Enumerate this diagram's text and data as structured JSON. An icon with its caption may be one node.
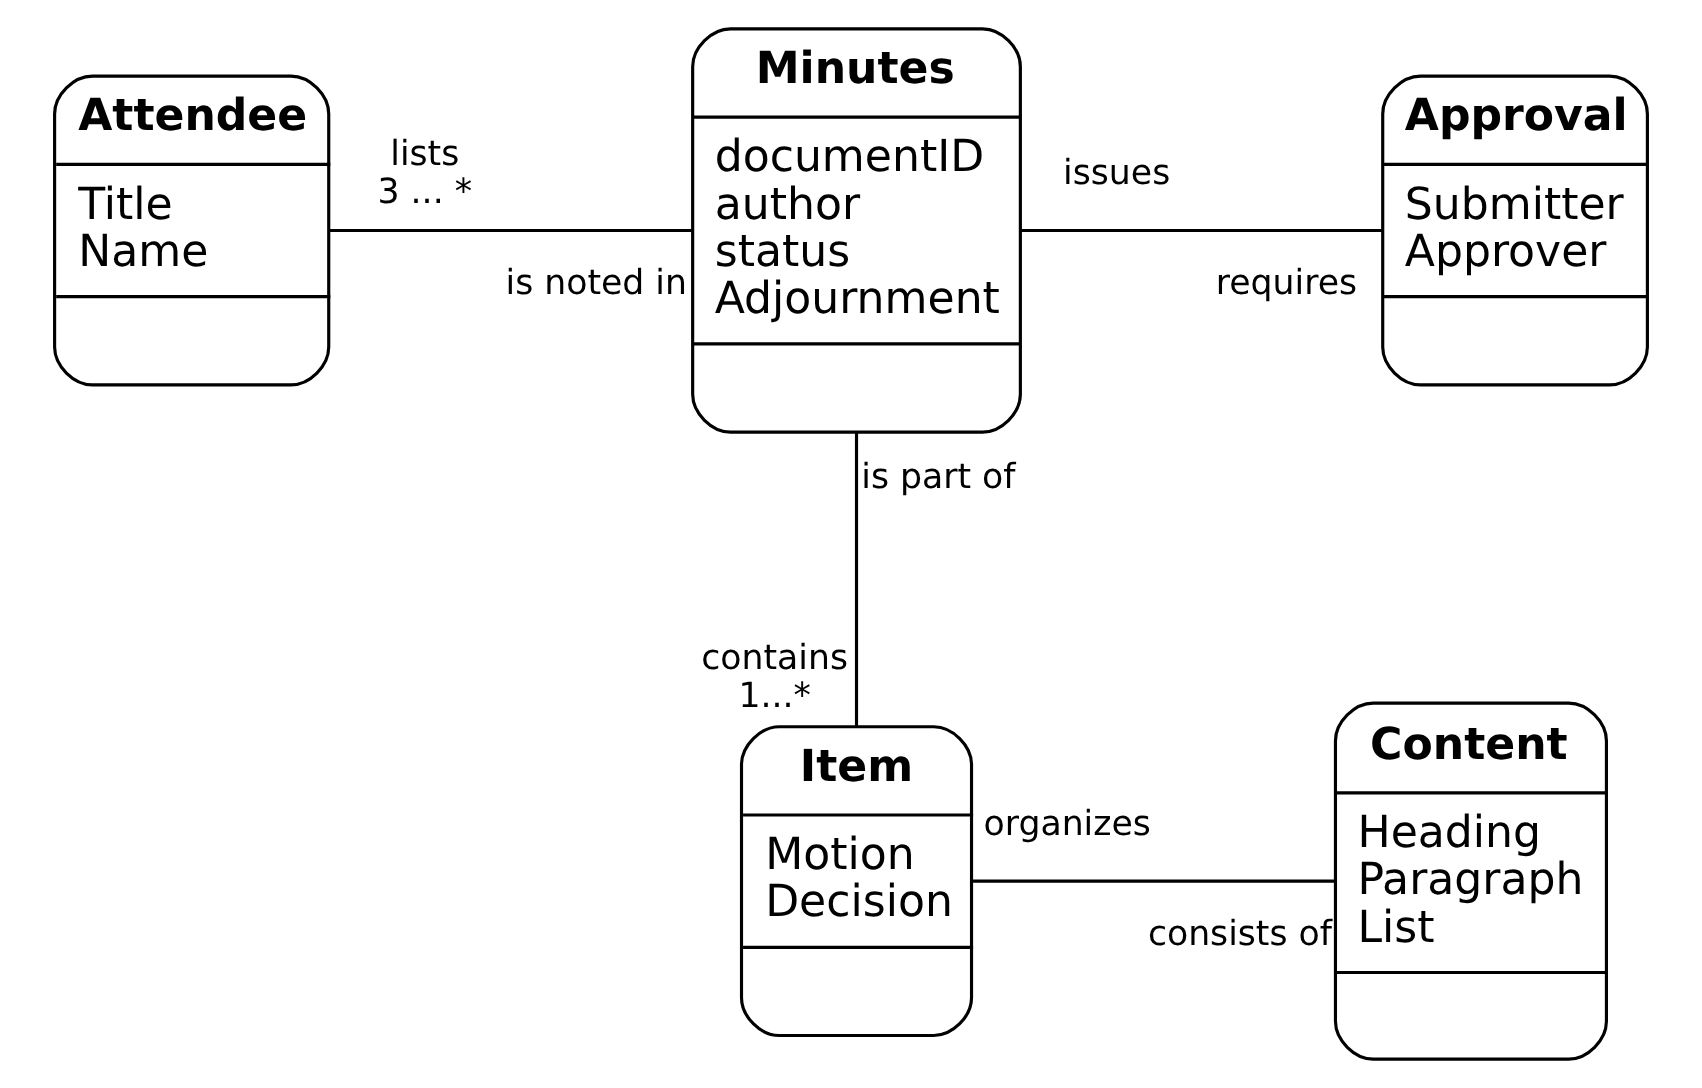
{
  "diagram": {
    "nodes": [
      {
        "text": [
          "Attendee",
          "Title",
          "Name"
        ]
      },
      {
        "text": [
          "Minutes",
          "documentID",
          "author",
          "status",
          "Adjournment"
        ]
      },
      {
        "text": [
          "Approval",
          "Submitter",
          "Approver"
        ]
      },
      {
        "text": [
          "Item",
          "Motion",
          "Decision"
        ]
      },
      {
        "text": [
          "Content",
          "Heading",
          "Paragraph",
          "List"
        ]
      }
    ],
    "edges": [
      {
        "from": 0,
        "to": 1,
        "arrow": "none"
      },
      {
        "from": 1,
        "to": 2,
        "arrow": "none"
      },
      {
        "from": 1,
        "to": 3,
        "arrow": "none"
      },
      {
        "from": 3,
        "to": 4,
        "arrow": "none"
      }
    ],
    "labels": [
      "lists",
      "3 ... *",
      "is noted in",
      "requires",
      "issues",
      "is part of",
      "contains",
      "1...*",
      "consists of",
      "organizes"
    ]
  }
}
